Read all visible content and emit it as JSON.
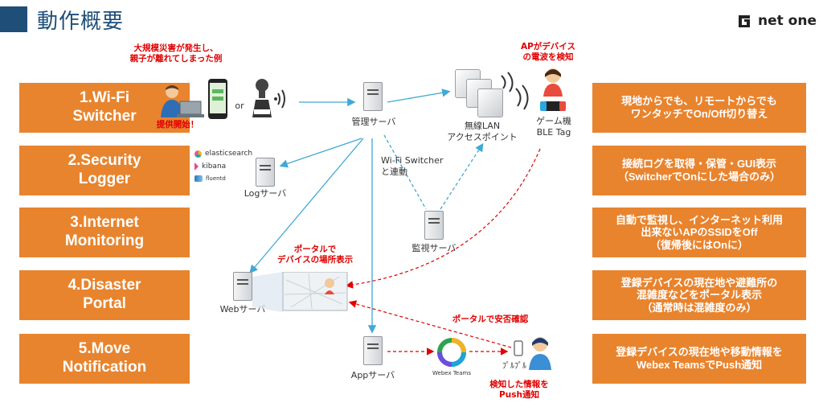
{
  "page": {
    "title": "動作概要",
    "logo_text": "net one",
    "colors": {
      "orange": "#e8842e",
      "blue": "#1f4e79",
      "red": "#e00000",
      "line": "#3fa9d6"
    }
  },
  "left_boxes": [
    "1.Wi-Fi\nSwitcher",
    "2.Security\nLogger",
    "3.Internet\nMonitoring",
    "4.Disaster\nPortal",
    "5.Move\nNotification"
  ],
  "right_boxes": [
    "現地からでも、リモートからでも\nワンタッチでOn/Off切り替え",
    "接続ログを取得・保管・GUI表示\n（SwitcherでOnにした場合のみ）",
    "自動で監視し、インターネット利用\n出来ないAPのSSIDをOff\n（復帰後にはOnに）",
    "登録デバイスの現在地や避難所の\n混雑度などをポータル表示\n（通常時は混雑度のみ）",
    "登録デバイスの現在地や移動情報を\nWebex TeamsでPush通知"
  ],
  "annotations": {
    "disaster_example": "大規模災害が発生し、\n親子が離れてしまった例",
    "service_start": "提供開始！",
    "ap_detect": "APがデバイス\nの電波を検知",
    "portal_location": "ポータルで\nデバイスの場所表示",
    "portal_safety": "ポータルで安否確認",
    "push_notify": "検知した情報を\nPush通知"
  },
  "labels": {
    "or": "or",
    "mgmt_server": "管理サーバ",
    "wireless_ap": "無線LAN\nアクセスポイント",
    "game_device": "ゲーム機\nBLE Tag",
    "wifi_switcher_link": "Wi-Fi Switcher\nと連動",
    "log_server": "Logサーバ",
    "monitor_server": "監視サーバ",
    "web_server": "Webサーバ",
    "app_server": "Appサーバ",
    "webex_teams": "Webex Teams",
    "purupuru": "ﾌﾟﾙﾌﾟﾙ",
    "elasticsearch": "elasticsearch",
    "kibana": "kibana",
    "fluentd": "fluentd"
  }
}
